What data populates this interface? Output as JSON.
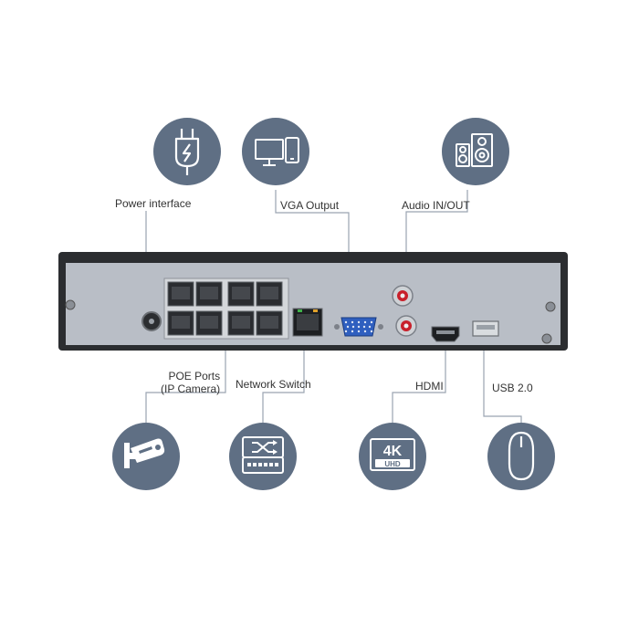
{
  "colors": {
    "icon_circle": "#5f6f84",
    "icon_glyph": "#ffffff",
    "callout_line": "#9aa4b1",
    "nvr_body": "#b9bec6",
    "nvr_frame": "#2b2d30",
    "vga_port": "#2f5fbf",
    "rca_jack": "#c8202b"
  },
  "callouts": {
    "power": {
      "label": "Power interface",
      "icon": "power-plug-icon"
    },
    "vga": {
      "label": "VGA Output",
      "icon": "monitor-phone-icon"
    },
    "audio": {
      "label": "Audio IN/OUT",
      "icon": "speaker-icon"
    },
    "poe": {
      "label": "POE Ports\n(IP Camera)",
      "icon": "security-camera-icon"
    },
    "network": {
      "label": "Network Switch",
      "icon": "network-switch-icon"
    },
    "hdmi": {
      "label": "HDMI",
      "icon": "4k-uhd-icon",
      "badge_text": "4K",
      "badge_sub": "UHD"
    },
    "usb": {
      "label": "USB 2.0",
      "icon": "mouse-icon"
    }
  }
}
